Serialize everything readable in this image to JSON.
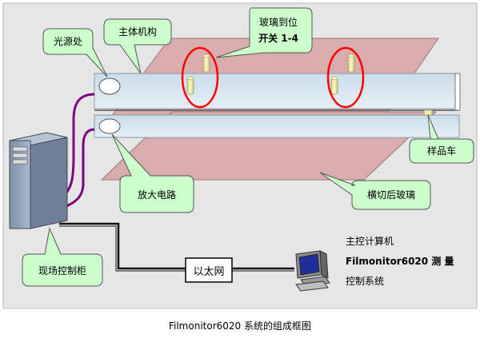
{
  "labels": {
    "light_source": "光源处",
    "main_frame": "主体机构",
    "glass_switch_line1": "玻璃到位",
    "glass_switch_line2": "开关 1-4",
    "sample_car": "样品车",
    "amplifier": "放大电路",
    "cut_glass": "横切后玻璃",
    "field_cabinet": "现场控制柜",
    "ethernet": "以太网",
    "host_line1": "主控计算机",
    "host_line2": "Filmonitor6020 测 量",
    "host_line3": "控制系统"
  },
  "caption": "Filmonitor6020 系统的组成框图",
  "colors": {
    "background_panel": "#e6e6e6",
    "glass": "#d9adad",
    "beam": "#d6e6f2",
    "callout": "#ccffcc",
    "highlight_ring": "#ff0000",
    "cable": "#800080",
    "sensor": "#f0f0a0"
  }
}
